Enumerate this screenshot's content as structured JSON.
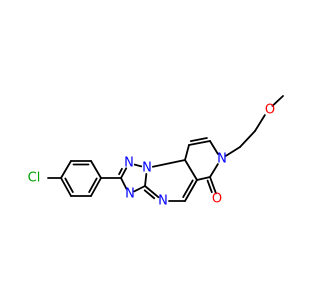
{
  "atoms": [
    {
      "id": "cl",
      "text": "Cl",
      "color": "#00a000"
    },
    {
      "id": "n1",
      "text": "N",
      "color": "#0000ff"
    },
    {
      "id": "n2",
      "text": "N",
      "color": "#0000ff"
    },
    {
      "id": "n3",
      "text": "N",
      "color": "#0000ff"
    },
    {
      "id": "n4",
      "text": "N",
      "color": "#0000ff"
    },
    {
      "id": "n7",
      "text": "N",
      "color": "#0000ff"
    },
    {
      "id": "o6",
      "text": "O",
      "color": "#ff0000"
    },
    {
      "id": "o_ether",
      "text": "O",
      "color": "#ff0000"
    }
  ],
  "colors": {
    "bond": "#000000",
    "nitrogen": "#0000ff",
    "oxygen": "#ff0000",
    "chlorine": "#00a000"
  }
}
